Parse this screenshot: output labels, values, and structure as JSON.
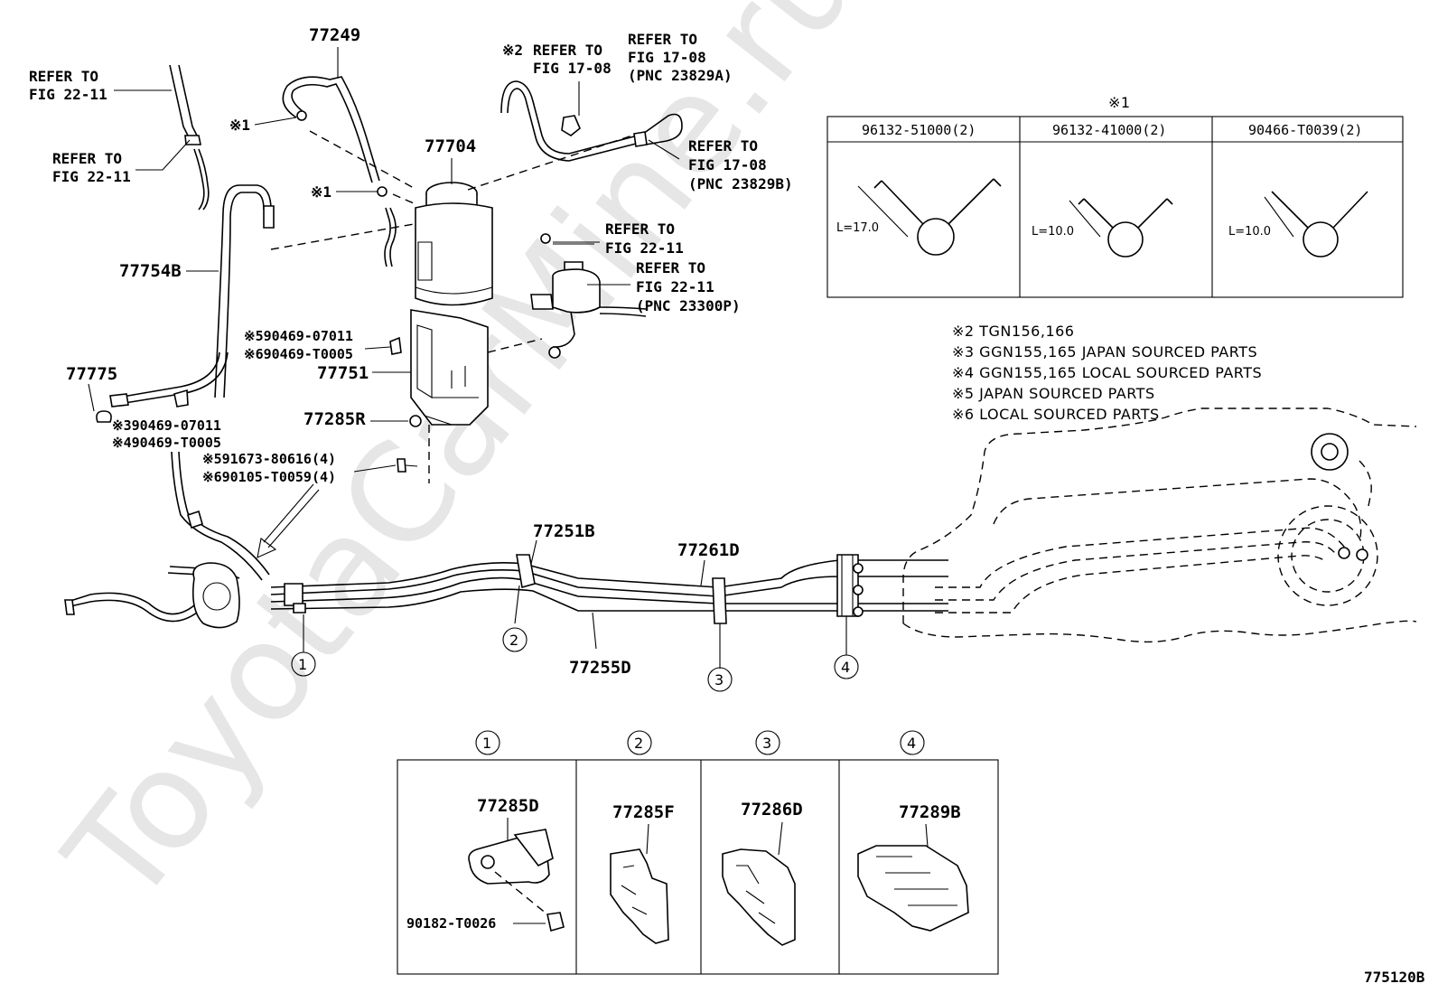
{
  "watermark": "ToyotaCarMine.ru",
  "diagram_code": "775120B",
  "part_numbers": {
    "p77249": "77249",
    "p77704": "77704",
    "p77754B": "77754B",
    "p77751": "77751",
    "p77775": "77775",
    "p77285R": "77285R",
    "p77251B": "77251B",
    "p77261D": "77261D",
    "p77255D": "77255D"
  },
  "refer_notes": {
    "ref_left_top_1": "REFER TO",
    "ref_left_top_2": "FIG 22-11",
    "ref_left_mid_1": "REFER TO",
    "ref_left_mid_2": "FIG 22-11",
    "ref_top_a_mark": "※2",
    "ref_top_a_1": "REFER TO",
    "ref_top_a_2": "FIG 17-08",
    "ref_top_b_1": "REFER TO",
    "ref_top_b_2": "FIG 17-08",
    "ref_top_b_3": "(PNC 23829A)",
    "ref_top_c_1": "REFER TO",
    "ref_top_c_2": "FIG 17-08",
    "ref_top_c_3": "(PNC 23829B)",
    "ref_mid_a_1": "REFER TO",
    "ref_mid_a_2": "FIG 22-11",
    "ref_mid_b_1": "REFER TO",
    "ref_mid_b_2": "FIG 22-11",
    "ref_mid_b_3": "(PNC 23300P)"
  },
  "clip_marks": {
    "mark1a": "※1",
    "mark1b": "※1"
  },
  "fasteners": {
    "f1": "※590469-07011",
    "f2": "※690469-T0005",
    "f3": "※390469-07011",
    "f4": "※490469-T0005",
    "f5": "※591673-80616(4)",
    "f6": "※690105-T0059(4)"
  },
  "clip_table": {
    "mark": "※1",
    "columns": [
      {
        "part": "96132-51000(2)",
        "dim": "L=17.0"
      },
      {
        "part": "96132-41000(2)",
        "dim": "L=10.0"
      },
      {
        "part": "90466-T0039(2)",
        "dim": "L=10.0"
      }
    ]
  },
  "legend_notes": [
    "※2 TGN156,166",
    "※3 GGN155,165 JAPAN SOURCED PARTS",
    "※4 GGN155,165 LOCAL SOURCED PARTS",
    "※5 JAPAN SOURCED PARTS",
    "※6 LOCAL SOURCED PARTS"
  ],
  "callouts": [
    "①",
    "②",
    "③",
    "④"
  ],
  "detail_panel": {
    "headers": [
      "①",
      "②",
      "③",
      "④"
    ],
    "parts": [
      "77285D",
      "77285F",
      "77286D",
      "77289B"
    ],
    "extra_part": "90182-T0026"
  }
}
